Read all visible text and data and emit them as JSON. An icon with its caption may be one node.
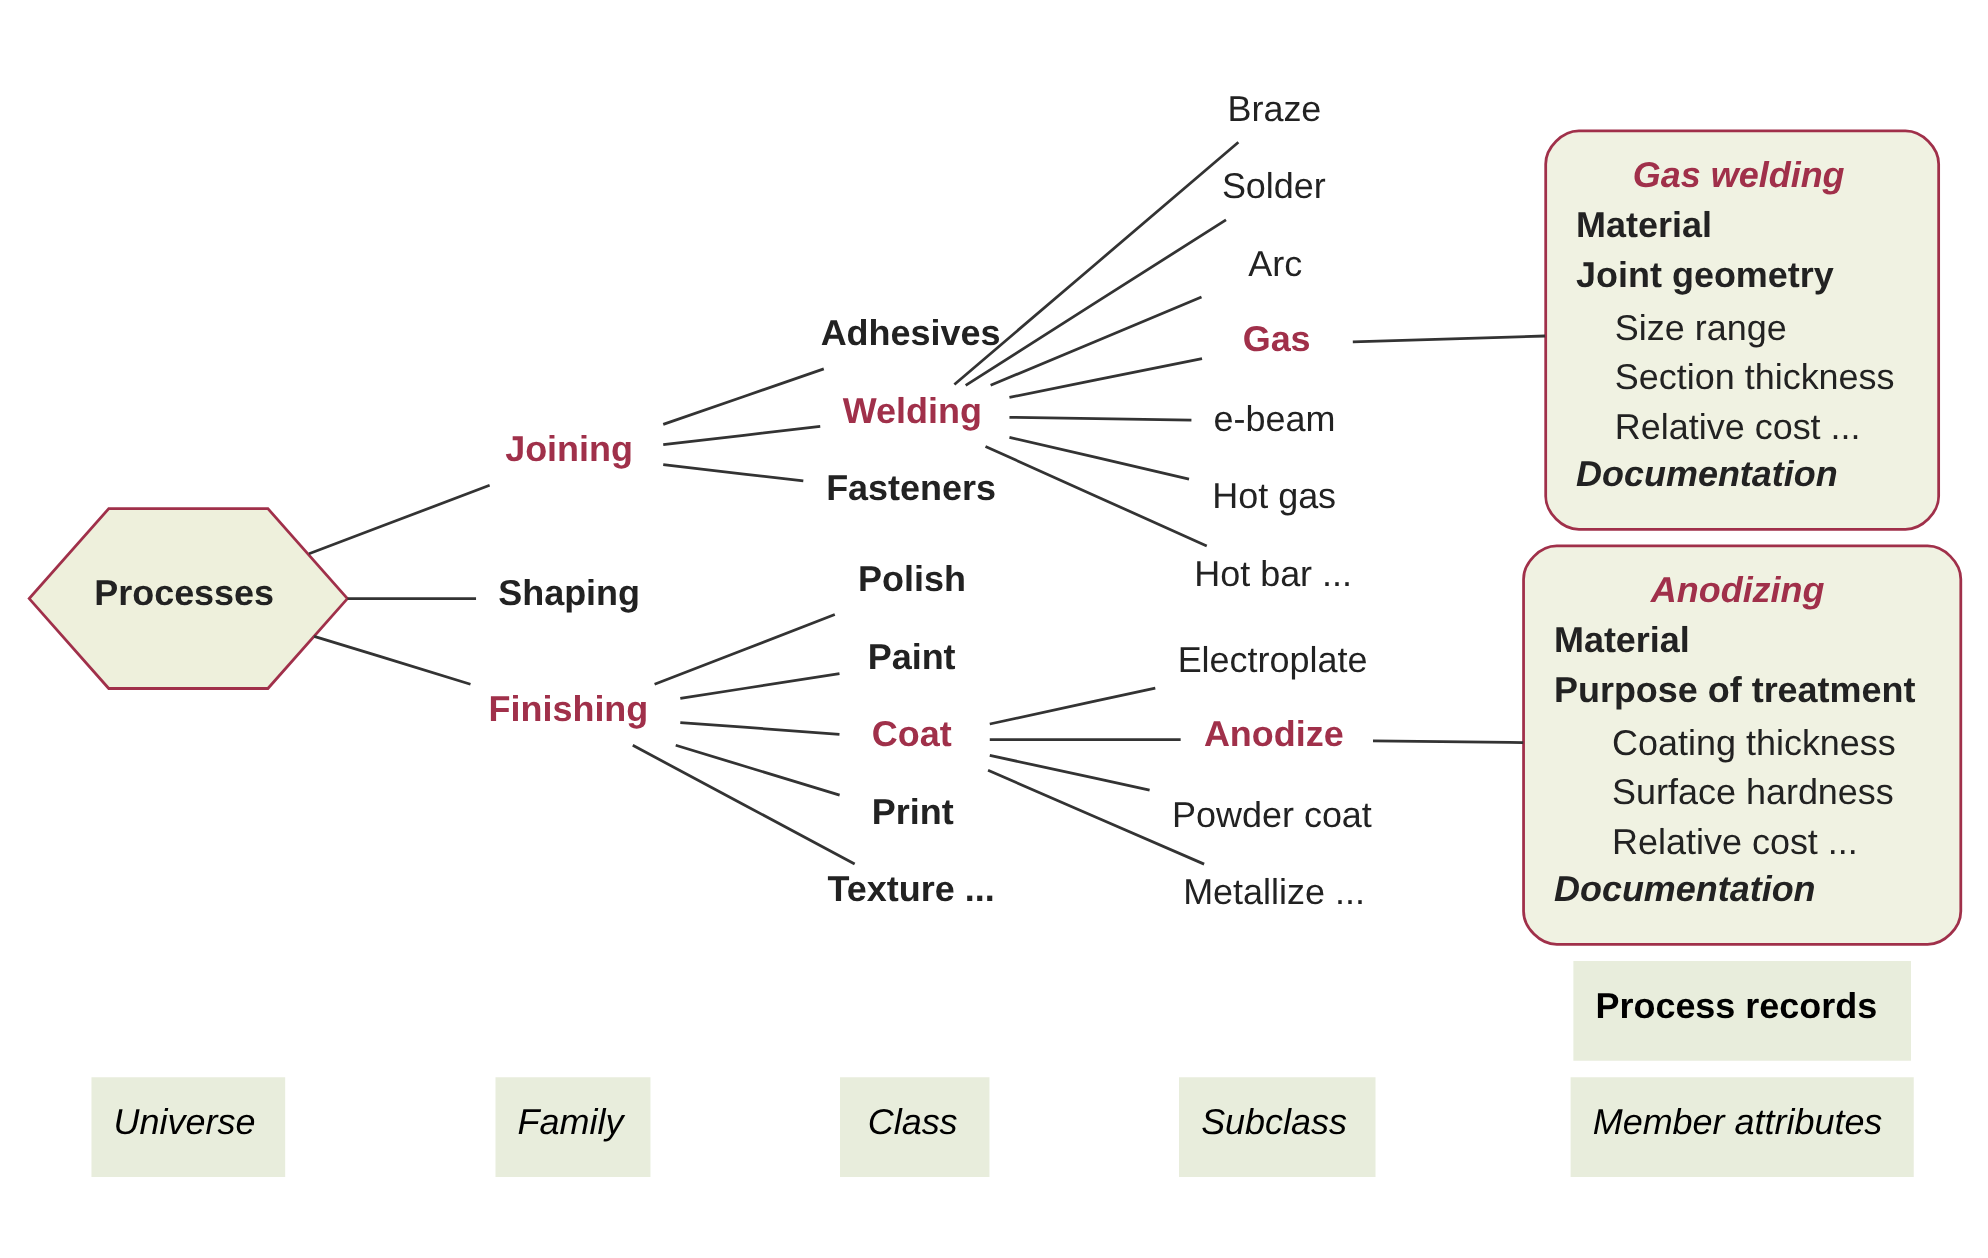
{
  "diagram": {
    "nodes": [
      {
        "text": [
          "Processes"
        ]
      },
      {
        "text": [
          "Joining"
        ]
      },
      {
        "text": [
          "Shaping"
        ]
      },
      {
        "text": [
          "Finishing"
        ]
      },
      {
        "text": [
          "Adhesives"
        ]
      },
      {
        "text": [
          "Welding"
        ]
      },
      {
        "text": [
          "Fasteners"
        ]
      },
      {
        "text": [
          "Polish"
        ]
      },
      {
        "text": [
          "Paint"
        ]
      },
      {
        "text": [
          "Coat"
        ]
      },
      {
        "text": [
          "Print"
        ]
      },
      {
        "text": [
          "Texture ..."
        ]
      },
      {
        "text": [
          "Braze"
        ]
      },
      {
        "text": [
          "Solder"
        ]
      },
      {
        "text": [
          "Arc"
        ]
      },
      {
        "text": [
          "Gas"
        ]
      },
      {
        "text": [
          "e-beam"
        ]
      },
      {
        "text": [
          "Hot gas"
        ]
      },
      {
        "text": [
          "Hot bar ..."
        ]
      },
      {
        "text": [
          "Electroplate"
        ]
      },
      {
        "text": [
          "Anodize"
        ]
      },
      {
        "text": [
          "Powder coat"
        ]
      },
      {
        "text": [
          "Metallize ..."
        ]
      },
      {
        "text": [
          "Gas welding",
          "Material",
          "Joint geometry",
          "Size range",
          "Section thickness",
          "Relative cost ...",
          "Documentation"
        ]
      },
      {
        "text": [
          "Anodizing",
          "Material",
          "Purpose of treatment",
          "Coating thickness",
          "Surface hardness",
          "Relative cost ...",
          "Documentation"
        ]
      }
    ],
    "edges": [
      {
        "from": 0,
        "to": 1,
        "arrow": "none"
      },
      {
        "from": 0,
        "to": 2,
        "arrow": "none"
      },
      {
        "from": 0,
        "to": 3,
        "arrow": "none"
      },
      {
        "from": 1,
        "to": 4,
        "arrow": "none"
      },
      {
        "from": 1,
        "to": 5,
        "arrow": "none"
      },
      {
        "from": 1,
        "to": 6,
        "arrow": "none"
      },
      {
        "from": 3,
        "to": 7,
        "arrow": "none"
      },
      {
        "from": 3,
        "to": 8,
        "arrow": "none"
      },
      {
        "from": 3,
        "to": 9,
        "arrow": "none"
      },
      {
        "from": 3,
        "to": 10,
        "arrow": "none"
      },
      {
        "from": 3,
        "to": 11,
        "arrow": "none"
      },
      {
        "from": 5,
        "to": 12,
        "arrow": "none"
      },
      {
        "from": 5,
        "to": 13,
        "arrow": "none"
      },
      {
        "from": 5,
        "to": 14,
        "arrow": "none"
      },
      {
        "from": 5,
        "to": 15,
        "arrow": "none"
      },
      {
        "from": 5,
        "to": 16,
        "arrow": "none"
      },
      {
        "from": 5,
        "to": 17,
        "arrow": "none"
      },
      {
        "from": 5,
        "to": 18,
        "arrow": "none"
      },
      {
        "from": 9,
        "to": 19,
        "arrow": "none"
      },
      {
        "from": 9,
        "to": 20,
        "arrow": "none"
      },
      {
        "from": 9,
        "to": 21,
        "arrow": "none"
      },
      {
        "from": 9,
        "to": 22,
        "arrow": "none"
      },
      {
        "from": 15,
        "to": 23,
        "arrow": "none"
      },
      {
        "from": 20,
        "to": 24,
        "arrow": "none"
      }
    ],
    "labels": [
      "Universe",
      "Family",
      "Class",
      "Subclass",
      "Member attributes",
      "Process records"
    ]
  }
}
